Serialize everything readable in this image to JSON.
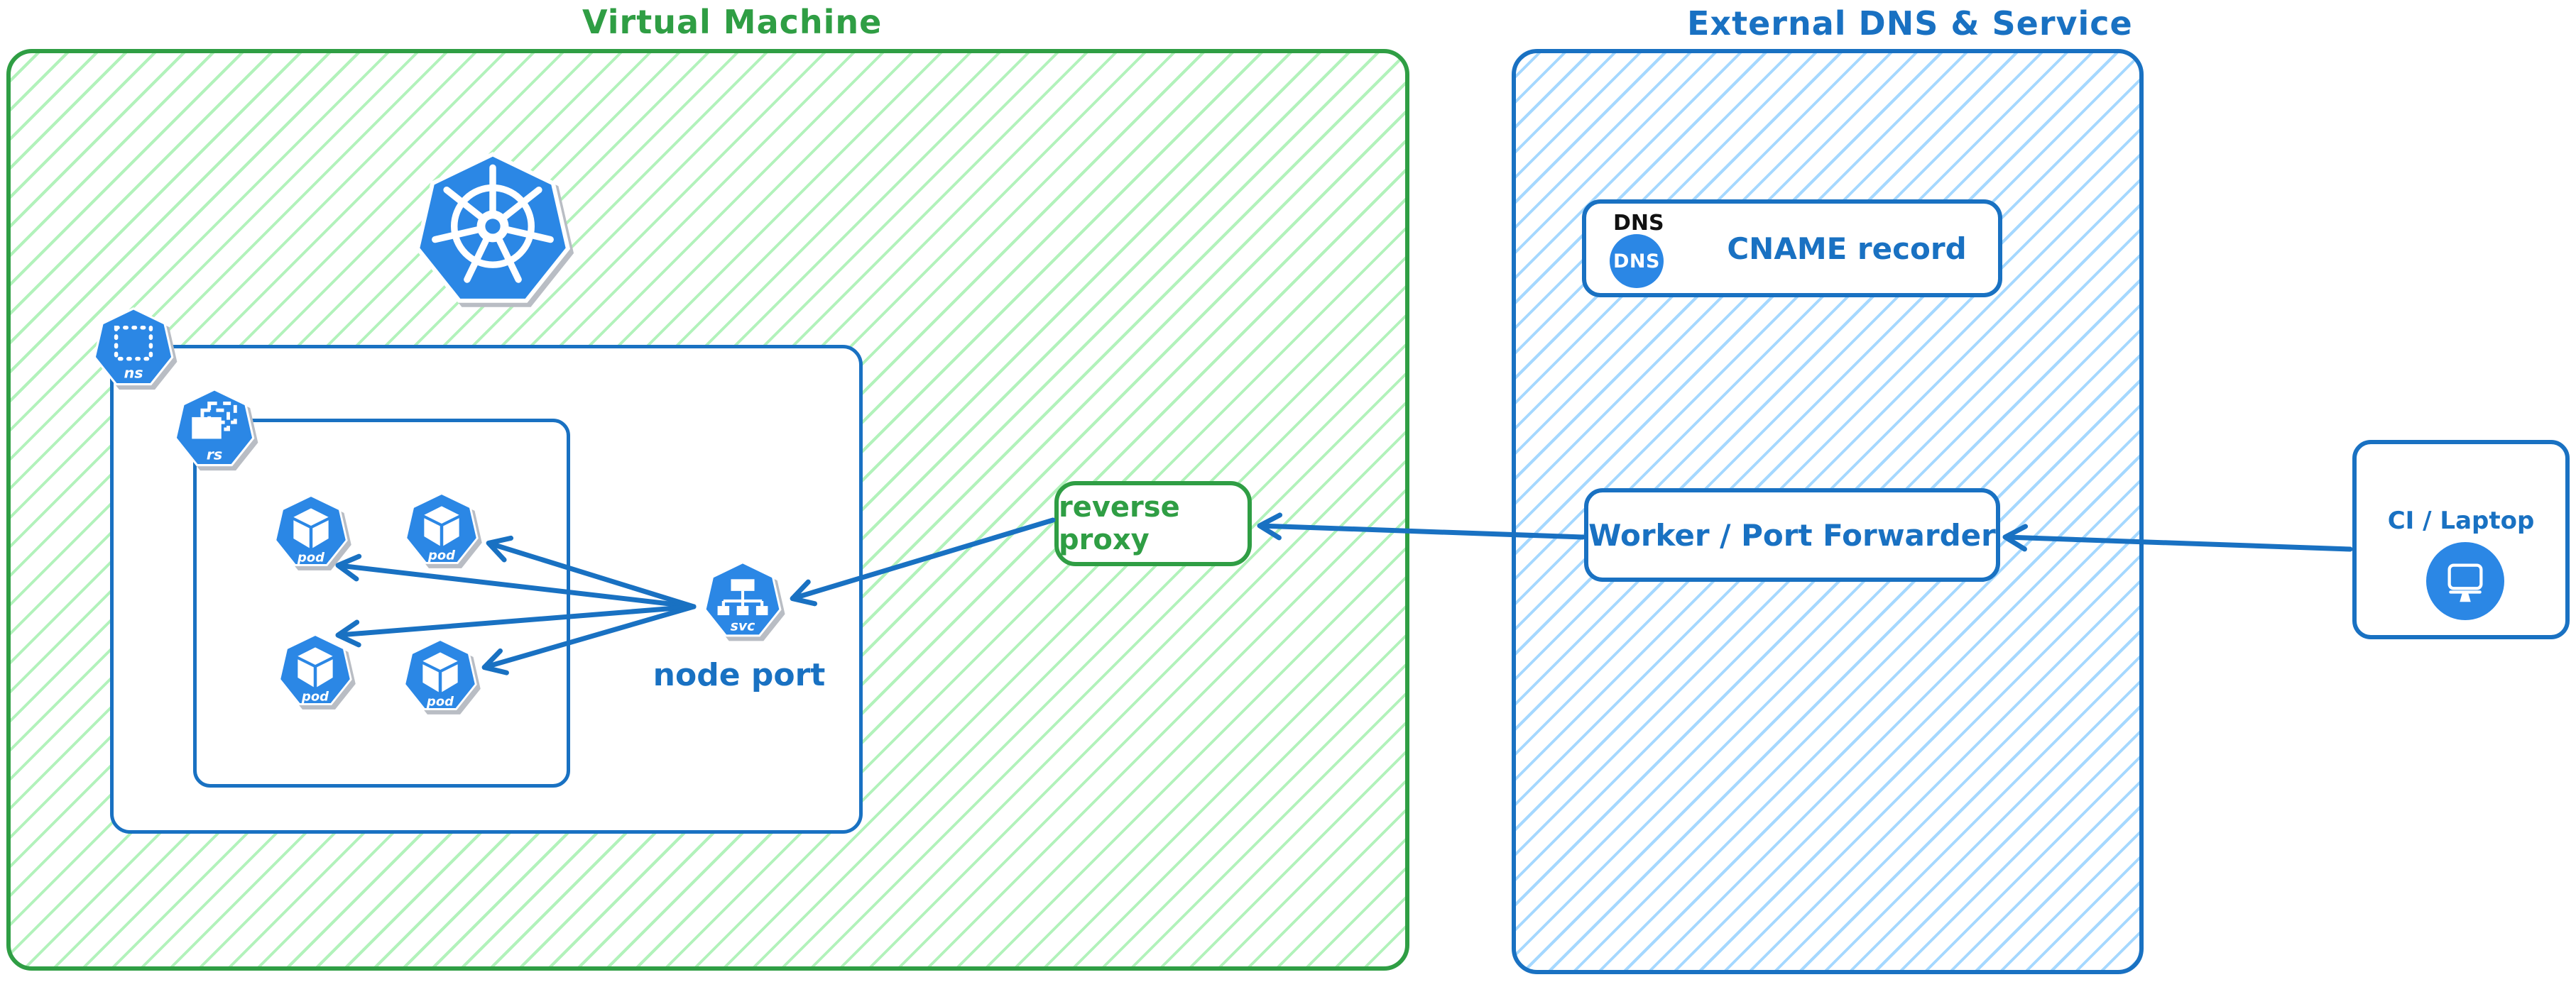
{
  "diagram": {
    "vm": {
      "title": "Virtual Machine"
    },
    "external": {
      "title": "External DNS & Service"
    },
    "kubernetes": {
      "ns_label": "ns",
      "rs_label": "rs",
      "pod_label": "pod",
      "svc_label": "svc",
      "node_port_label": "node port"
    },
    "reverse_proxy": {
      "label": "reverse proxy"
    },
    "dns": {
      "tag": "DNS",
      "icon_label": "DNS",
      "record_label": "CNAME record"
    },
    "worker": {
      "label": "Worker / Port Forwarder"
    },
    "ci": {
      "label": "CI / Laptop"
    },
    "edges": [
      {
        "from": "ci-laptop",
        "to": "worker-port-forwarder"
      },
      {
        "from": "worker-port-forwarder",
        "to": "reverse-proxy"
      },
      {
        "from": "reverse-proxy",
        "to": "node-port-service"
      },
      {
        "from": "node-port-service",
        "to": "pod-1"
      },
      {
        "from": "node-port-service",
        "to": "pod-2"
      },
      {
        "from": "node-port-service",
        "to": "pod-3"
      },
      {
        "from": "node-port-service",
        "to": "pod-4"
      }
    ],
    "colors": {
      "green_stroke": "#2f9e44",
      "green_hatch": "#b2f2bb",
      "blue_stroke": "#1971c2",
      "blue_hatch": "#a5d8ff",
      "icon_blue": "#2b87e5"
    }
  }
}
